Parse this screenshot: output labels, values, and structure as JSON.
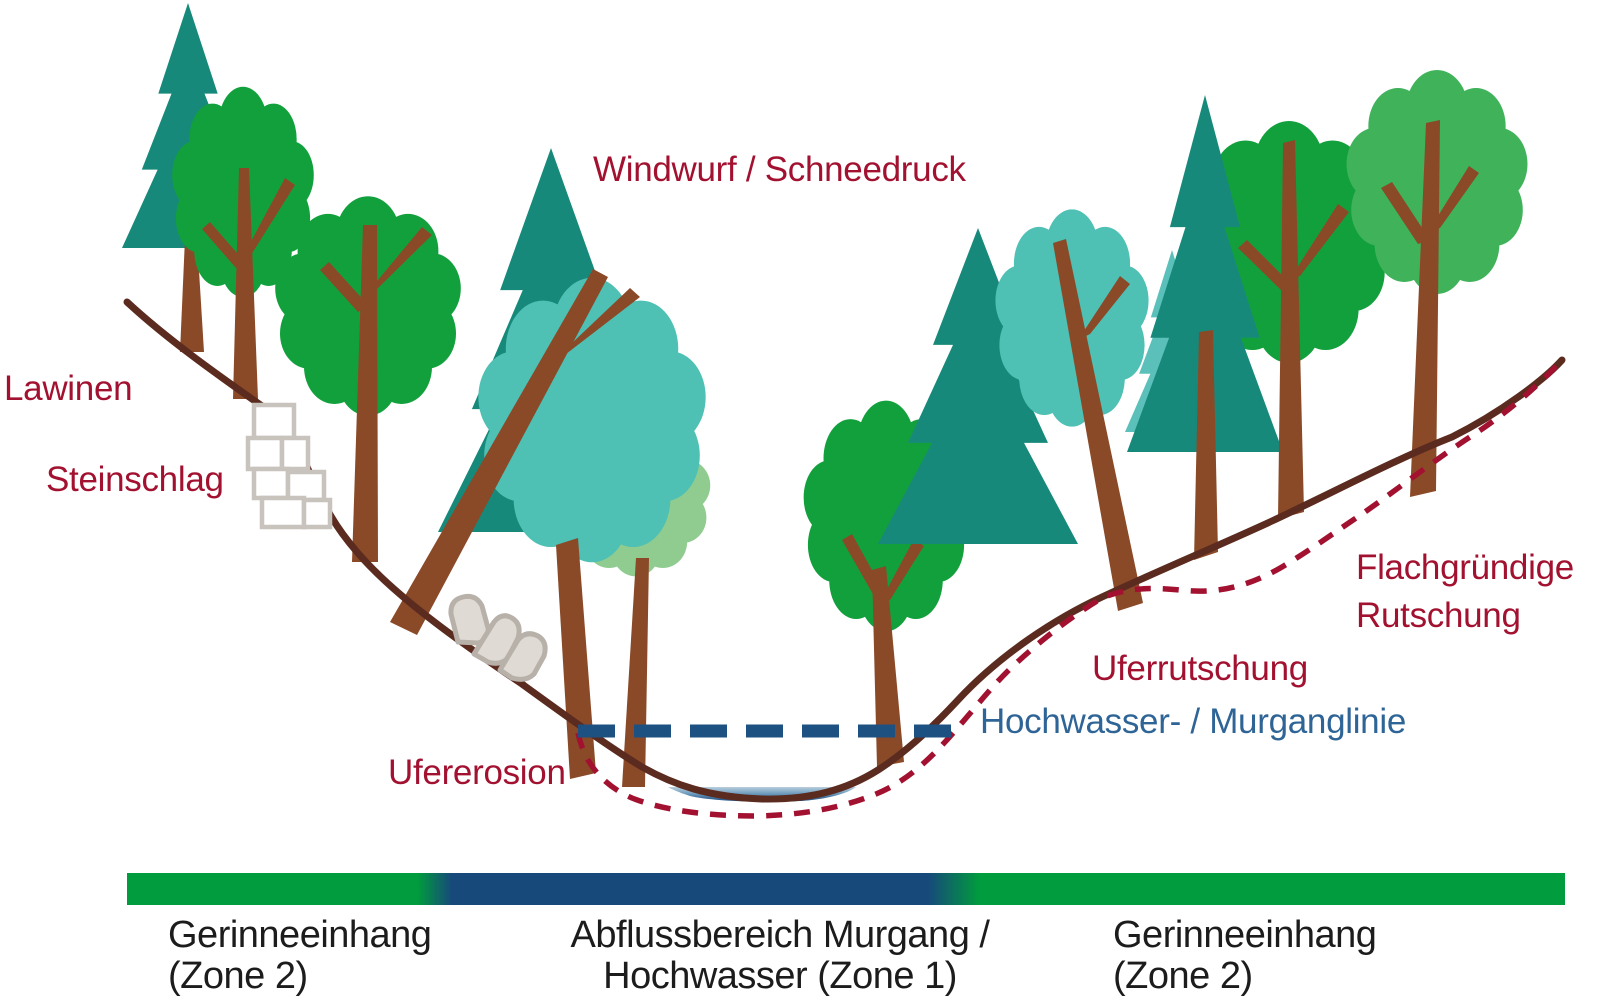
{
  "labels": {
    "lawinen": "Lawinen",
    "steinschlag": "Steinschlag",
    "windwurf_schneedruck": "Windwurf / Schneedruck",
    "ufererosion": "Ufererosion",
    "uferrutschung": "Uferrutschung",
    "flachgruendige_rutschung_line1": "Flachgründige",
    "flachgruendige_rutschung_line2": "Rutschung",
    "hochwasser_murganglinie": "Hochwasser- / Murganglinie"
  },
  "zone_bar": {
    "left": {
      "name": "Gerinneeinhang",
      "zone": "(Zone 2)"
    },
    "center": {
      "name": "Abflussbereich Murgang /",
      "zone": "Hochwasser (Zone 1)"
    },
    "right": {
      "name": "Gerinneeinhang",
      "zone": "(Zone 2)"
    }
  },
  "colors": {
    "accent_red": "#A21230",
    "label_blue": "#2E6496",
    "flood_line_blue": "#1D5181",
    "bar_green": "#009C3D",
    "bar_navy": "#17497B",
    "conifer_teal": "#17897B",
    "conifer_light_teal": "#5BC0BA",
    "crown_green": "#12A03C",
    "crown_medium_green": "#3FB25A",
    "crown_light_green": "#90CC90",
    "crown_turquoise": "#4EC0B4",
    "trunk_brown": "#8A4A28",
    "terrain_line_brown": "#5B2B1F",
    "stone_gray": "#DFDBD4",
    "zone_text": "#1C1C1C"
  }
}
